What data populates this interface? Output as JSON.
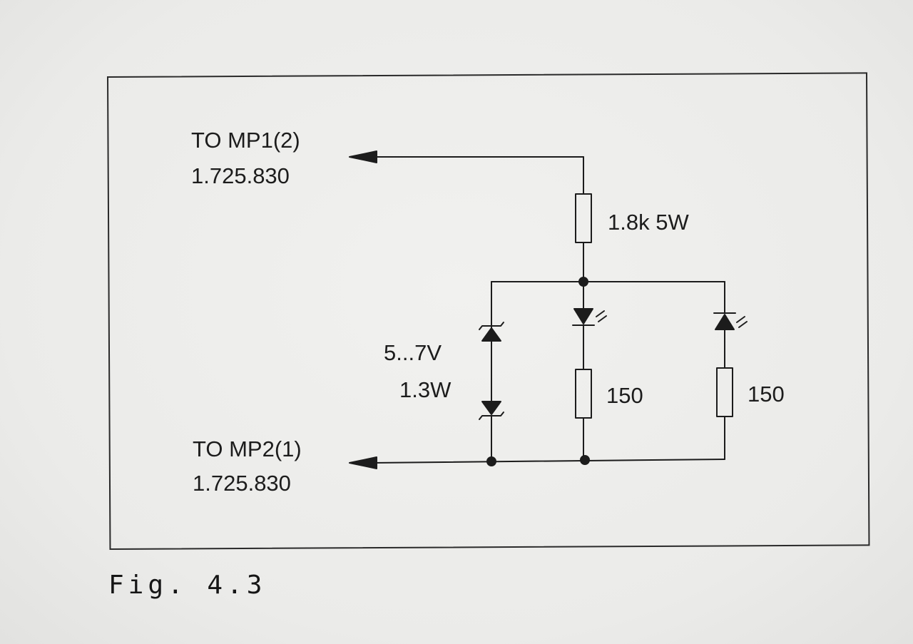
{
  "terminal_top": {
    "title": "TO MP1(2)",
    "part": "1.725.830"
  },
  "terminal_bottom": {
    "title": "TO MP2(1)",
    "part": "1.725.830"
  },
  "components": {
    "series_resistor": "1.8k 5W",
    "zener_rating_voltage": "5...7V",
    "zener_rating_power": "1.3W",
    "led_resistor_1": "150",
    "led_resistor_2": "150"
  },
  "caption": "Fig. 4.3",
  "colors": {
    "ink": "#1c1c1c",
    "paper": "#ededeb"
  }
}
